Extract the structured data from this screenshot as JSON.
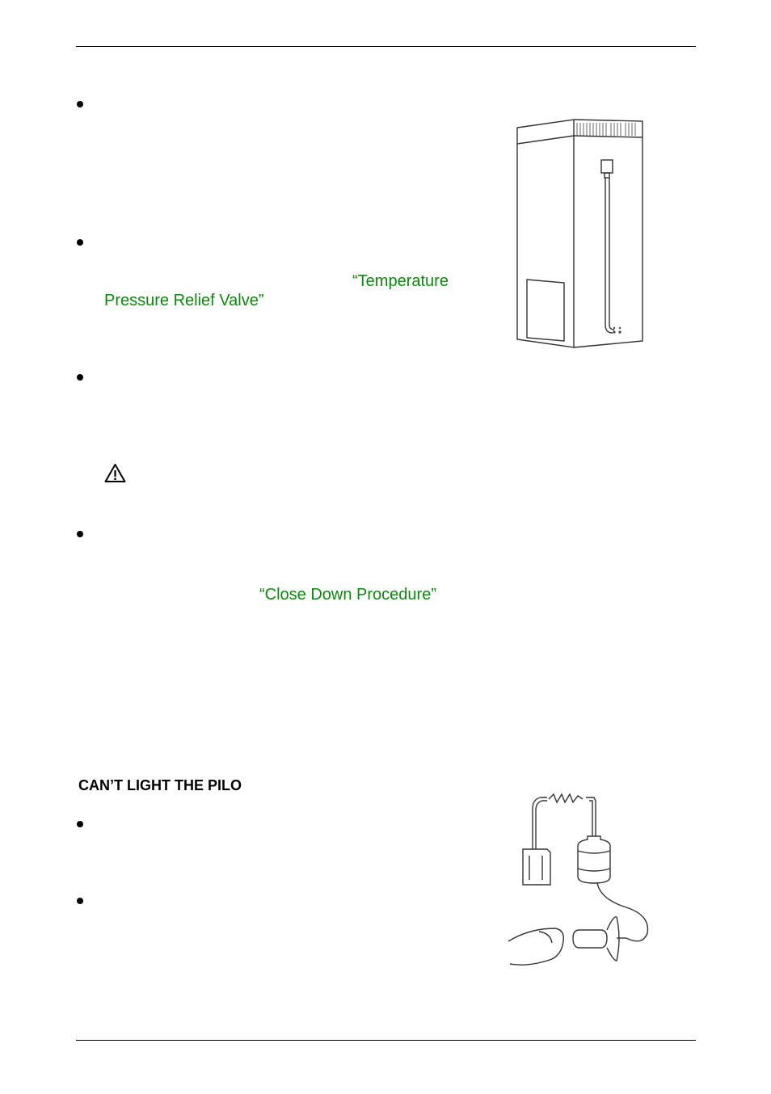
{
  "links": {
    "tpr_valve_line1": "“Temperature",
    "tpr_valve_line2": "Pressure Relief Valve”",
    "close_down": "“Close Down Procedure”"
  },
  "section": {
    "heading": "CAN’T LIGHT THE PILO"
  },
  "icons": {
    "warning": "warning-triangle-icon"
  },
  "colors": {
    "link": "#0a8a0a",
    "text": "#000000"
  }
}
